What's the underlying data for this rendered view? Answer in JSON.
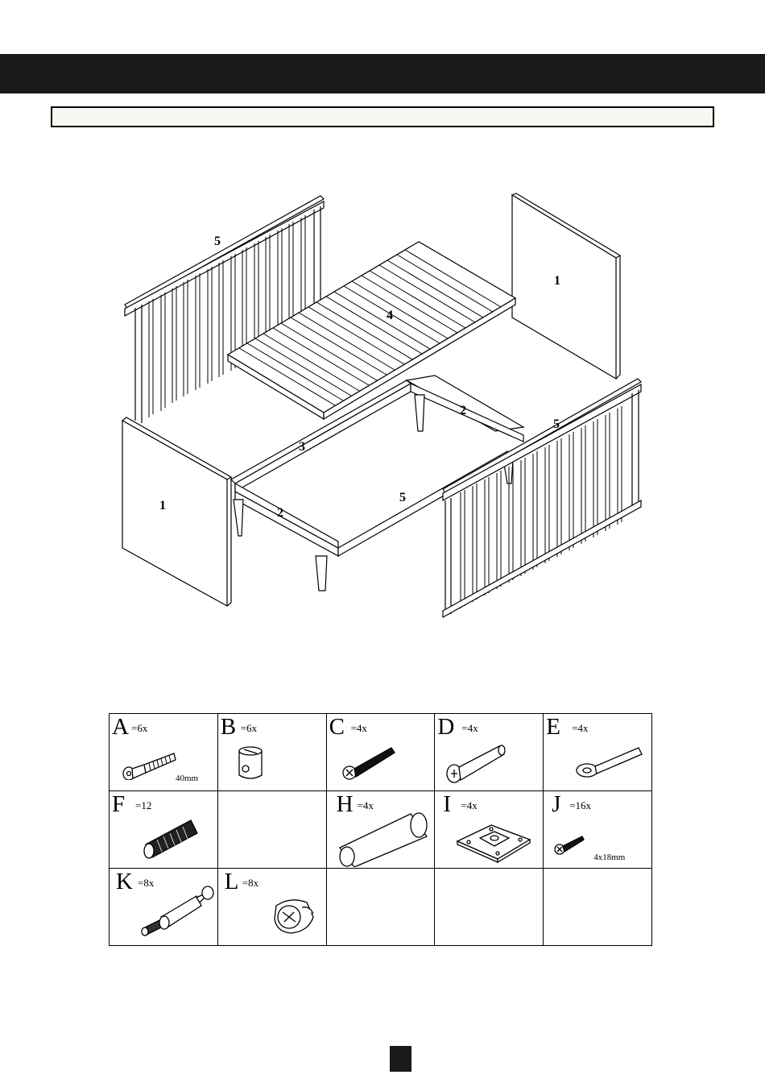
{
  "diagram": {
    "labels": [
      "5",
      "4",
      "1",
      "2",
      "3",
      "1",
      "2",
      "5",
      "5"
    ]
  },
  "parts": [
    {
      "letter": "A",
      "qty": "=6x",
      "size": "40mm",
      "icon": "bolt-icon"
    },
    {
      "letter": "B",
      "qty": "=6x",
      "icon": "barrel-nut-icon"
    },
    {
      "letter": "C",
      "qty": "=4x",
      "icon": "screw-icon"
    },
    {
      "letter": "D",
      "qty": "=4x",
      "icon": "pin-icon"
    },
    {
      "letter": "E",
      "qty": "=4x",
      "icon": "eye-bolt-icon"
    },
    {
      "letter": "F",
      "qty": "=12",
      "icon": "dowel-icon"
    },
    {
      "letter": "H",
      "qty": "=4x",
      "icon": "leg-icon"
    },
    {
      "letter": "I",
      "qty": "=4x",
      "icon": "mounting-plate-icon"
    },
    {
      "letter": "J",
      "qty": "=16x",
      "size": "4x18mm",
      "icon": "small-screw-icon"
    },
    {
      "letter": "K",
      "qty": "=8x",
      "icon": "cam-bolt-icon"
    },
    {
      "letter": "L",
      "qty": "=8x",
      "icon": "cam-lock-icon"
    }
  ]
}
